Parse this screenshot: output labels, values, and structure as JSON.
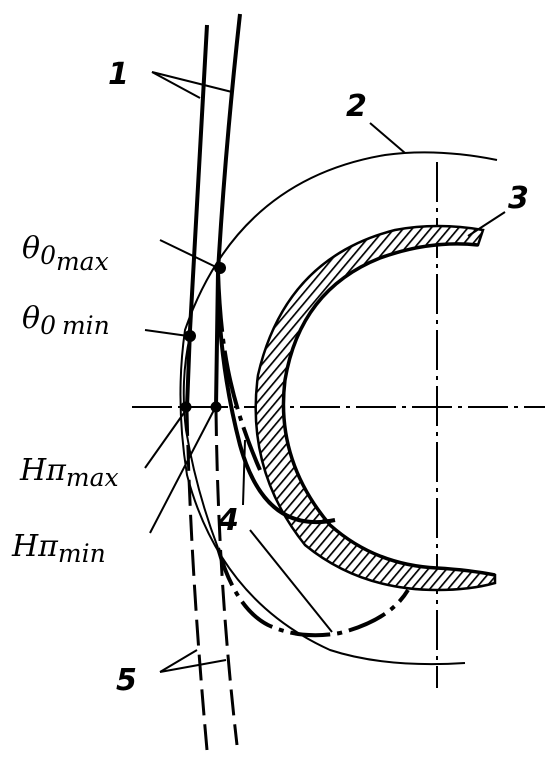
{
  "diagram": {
    "callouts": {
      "n1": "1",
      "n2": "2",
      "n3": "3",
      "n4": "4",
      "n5": "5"
    },
    "labels": {
      "theta_max": {
        "symbol": "θ",
        "sub": "0",
        "sub2": "max"
      },
      "theta_min": {
        "symbol": "θ",
        "sub": "0",
        "sub2": "min"
      },
      "h_max": {
        "symbol": "H",
        "sub": "π",
        "sub2": "max"
      },
      "h_min": {
        "symbol": "H",
        "sub": "π",
        "sub2": "min"
      }
    },
    "colors": {
      "ink": "#000000",
      "paper": "#ffffff"
    }
  }
}
